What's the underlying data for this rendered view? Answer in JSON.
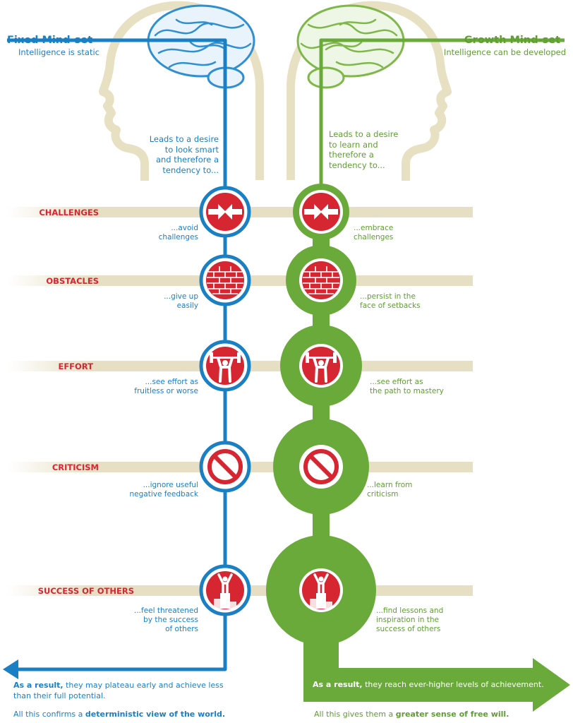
{
  "fixed": {
    "title": "Fixed Mind-set",
    "subtitle": "Intelligence is static",
    "lead": "Leads to a desire\nto look smart\nand therefore a\ntendency to...",
    "result_bold": "As a result,",
    "result_text": " they may plateau early and achieve less than their full potential.",
    "confirm_pre": "All this confirms a ",
    "confirm_bold": "deterministic view of the world.",
    "color": "#1b7fc4"
  },
  "growth": {
    "title": "Growth Mind-set",
    "subtitle": "Intelligence can be developed",
    "lead": "Leads to a desire\nto learn and\ntherefore a\ntendency to...",
    "result_bold": "As a result,",
    "result_text": " they reach ever-higher levels of achievement.",
    "confirm_pre": "All this gives them a ",
    "confirm_bold": "greater sense of free will.",
    "color": "#6aaa3a"
  },
  "accent_red": "#d62631",
  "rows": [
    {
      "label": "CHALLENGES",
      "icon": "arrows-inward-icon",
      "fixed": "...avoid\nchallenges",
      "growth": "...embrace\nchallenges"
    },
    {
      "label": "OBSTACLES",
      "icon": "brick-wall-icon",
      "fixed": "...give up\neasily",
      "growth": "...persist in the\nface of setbacks"
    },
    {
      "label": "EFFORT",
      "icon": "weightlifter-icon",
      "fixed": "...see effort as\nfruitless or worse",
      "growth": "...see effort as\nthe path to mastery"
    },
    {
      "label": "CRITICISM",
      "icon": "no-sign-icon",
      "fixed": "...ignore useful\nnegative feedback",
      "growth": "...learn from\ncriticism"
    },
    {
      "label": "SUCCESS OF OTHERS",
      "icon": "winner-podium-icon",
      "fixed": "...feel threatened\nby the success\nof others",
      "growth": "...find lessons and\ninspiration in the\nsuccess of others"
    }
  ]
}
